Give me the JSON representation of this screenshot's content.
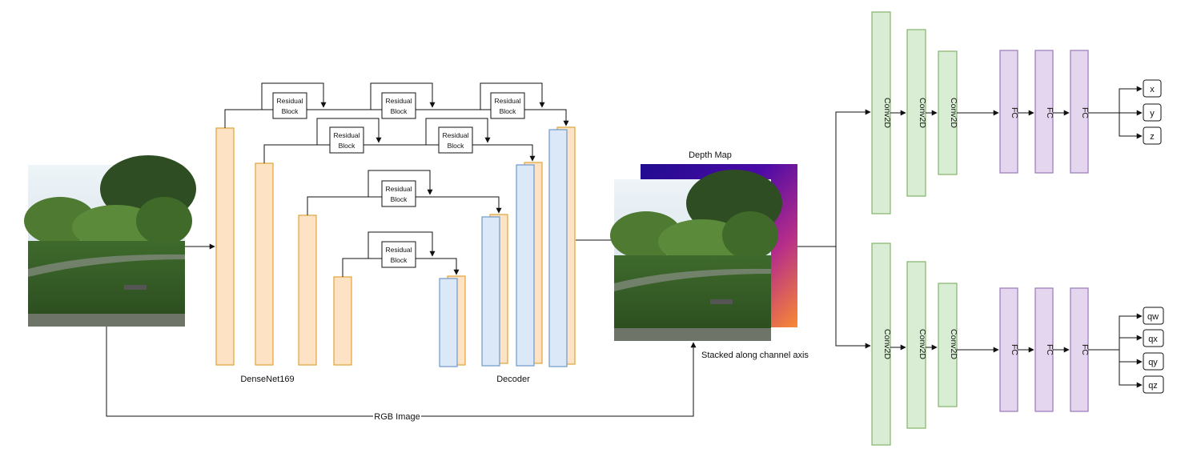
{
  "labels": {
    "encoder": "DenseNet169",
    "decoder": "Decoder",
    "depth_map": "Depth Map",
    "stacked": "Stacked along channel axis",
    "rgb_image": "RGB Image"
  },
  "residual_block": {
    "line1": "Residual",
    "line2": "Block"
  },
  "conv_label": "Conv2D",
  "fc_label": "FC",
  "translation_outputs": [
    "x",
    "y",
    "z"
  ],
  "rotation_outputs": [
    "qw",
    "qx",
    "qy",
    "qz"
  ],
  "colors": {
    "encoder_fill": "#fde3c4",
    "encoder_stroke": "#e0a33a",
    "decoder_fill": "#dbe8f8",
    "decoder_stroke": "#6f98c8",
    "conv_fill": "#d9ecd4",
    "conv_stroke": "#84b36b",
    "fc_fill": "#e3d6ee",
    "fc_stroke": "#9a78b8"
  }
}
